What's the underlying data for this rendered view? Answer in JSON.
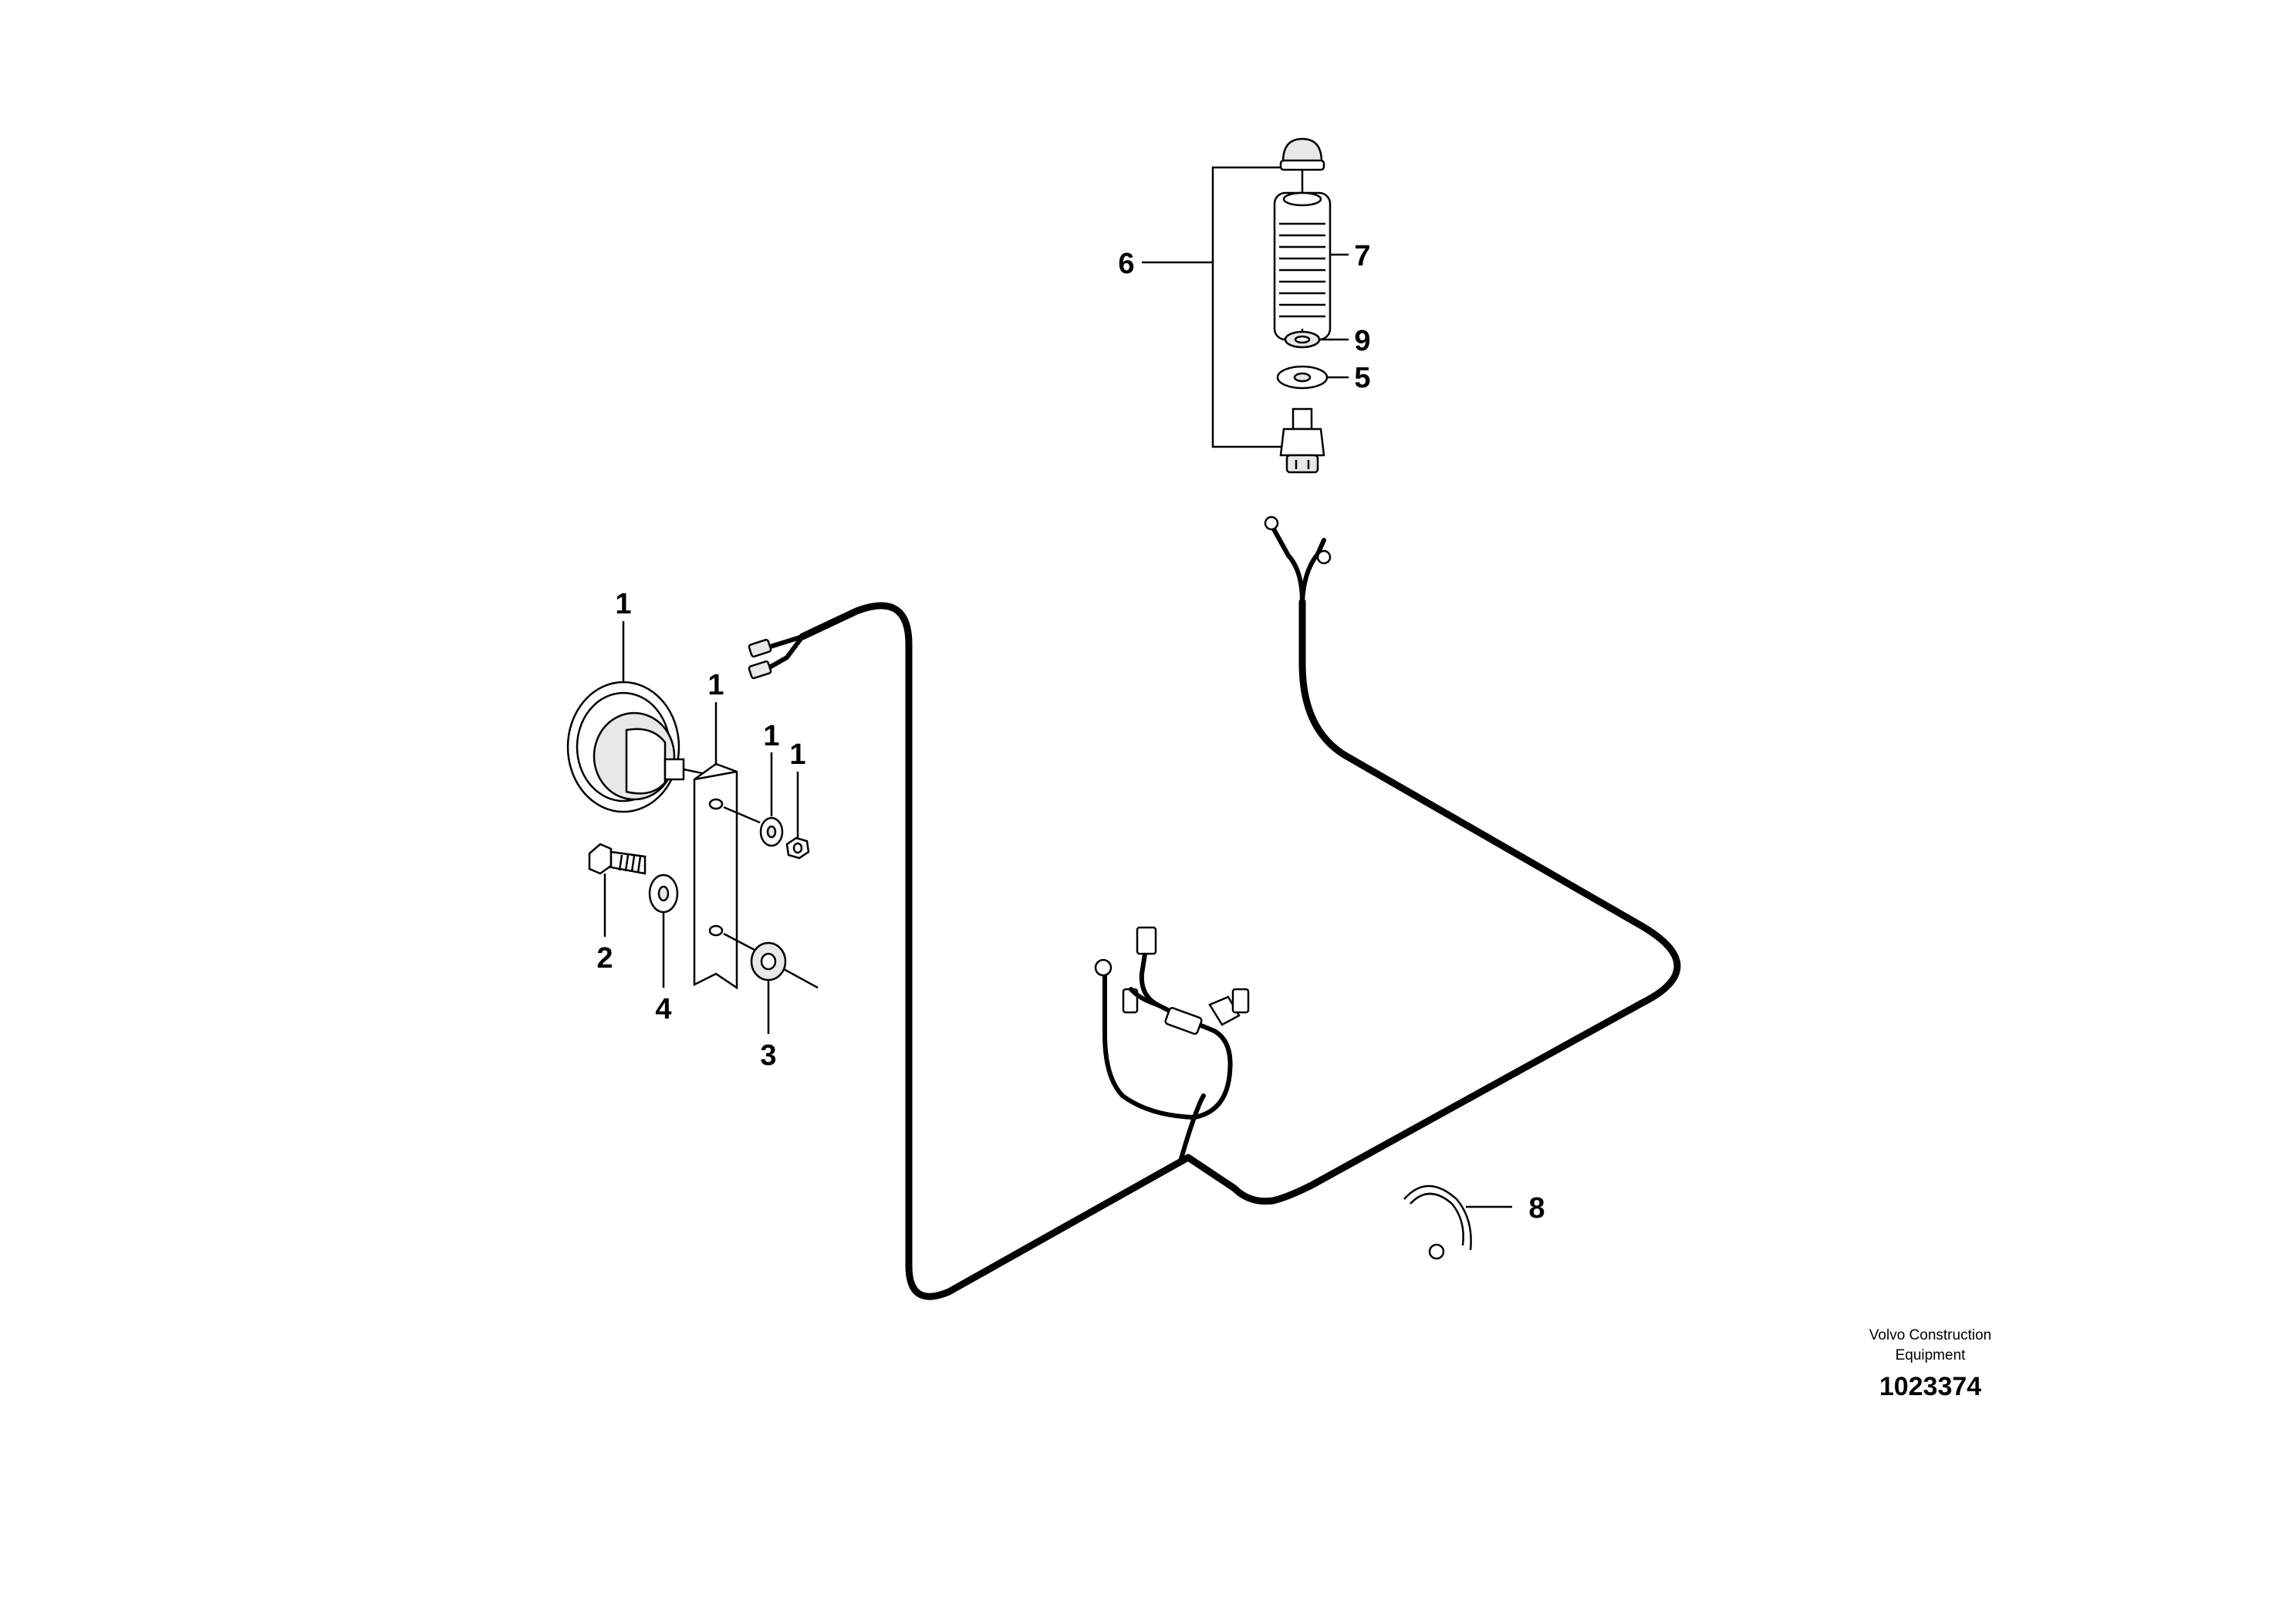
{
  "callouts": {
    "horn": "1",
    "bracket": "1",
    "washer_small": "1",
    "nut": "1",
    "screw": "2",
    "spacer": "3",
    "washer": "4",
    "washer_sensor": "5",
    "sensor_kit": "6",
    "sleeve": "7",
    "clamp": "8",
    "o_ring": "9"
  },
  "footer": {
    "brand_line1": "Volvo Construction",
    "brand_line2": "Equipment",
    "doc_number": "1023374"
  }
}
